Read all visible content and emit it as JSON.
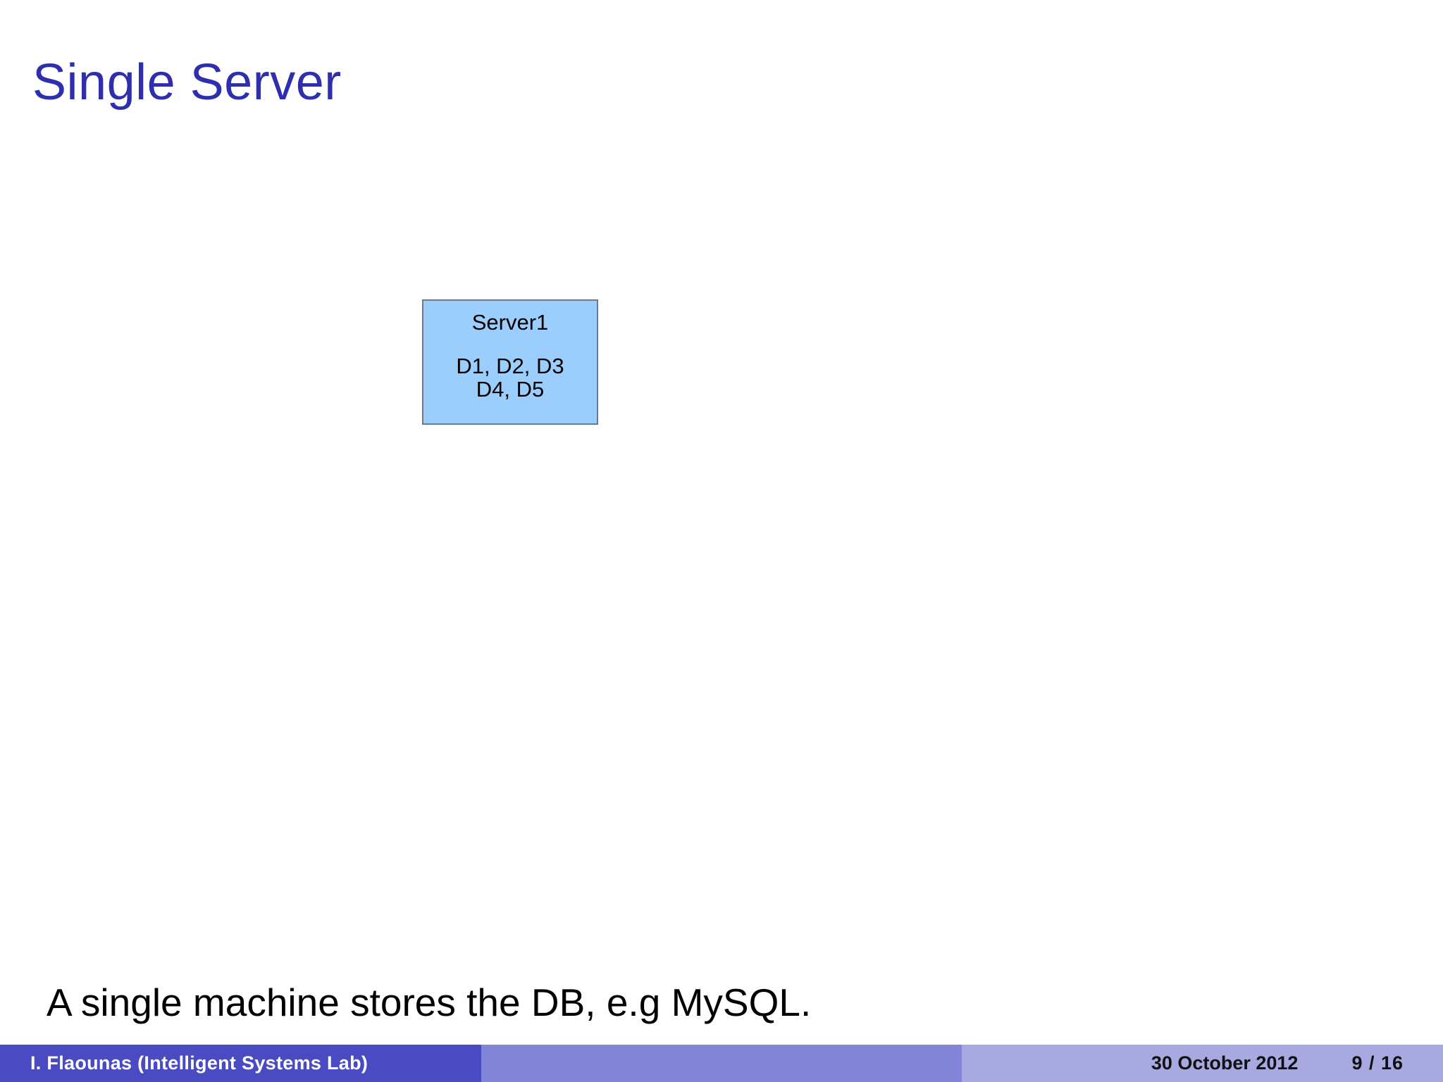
{
  "slide": {
    "title": "Single Server",
    "caption": "A single machine stores the DB, e.g MySQL.",
    "title_color": "#2f2fae"
  },
  "diagram": {
    "type": "block-diagram",
    "nodes": [
      {
        "id": "server1",
        "name": "Server1",
        "data_lines": [
          "D1, D2, D3",
          "D4, D5"
        ],
        "fill_color": "#9bcdfd",
        "border_color": "#6f7a8a"
      }
    ]
  },
  "footer": {
    "author": "I. Flaounas  (Intelligent Systems Lab)",
    "date": "30 October 2012",
    "page": "9 / 16",
    "colors": {
      "author_bg": "#4a4ac2",
      "mid_bg": "#8383d8",
      "meta_bg": "#a9a9e2",
      "author_fg": "#ffffff",
      "meta_fg": "#111111"
    }
  }
}
